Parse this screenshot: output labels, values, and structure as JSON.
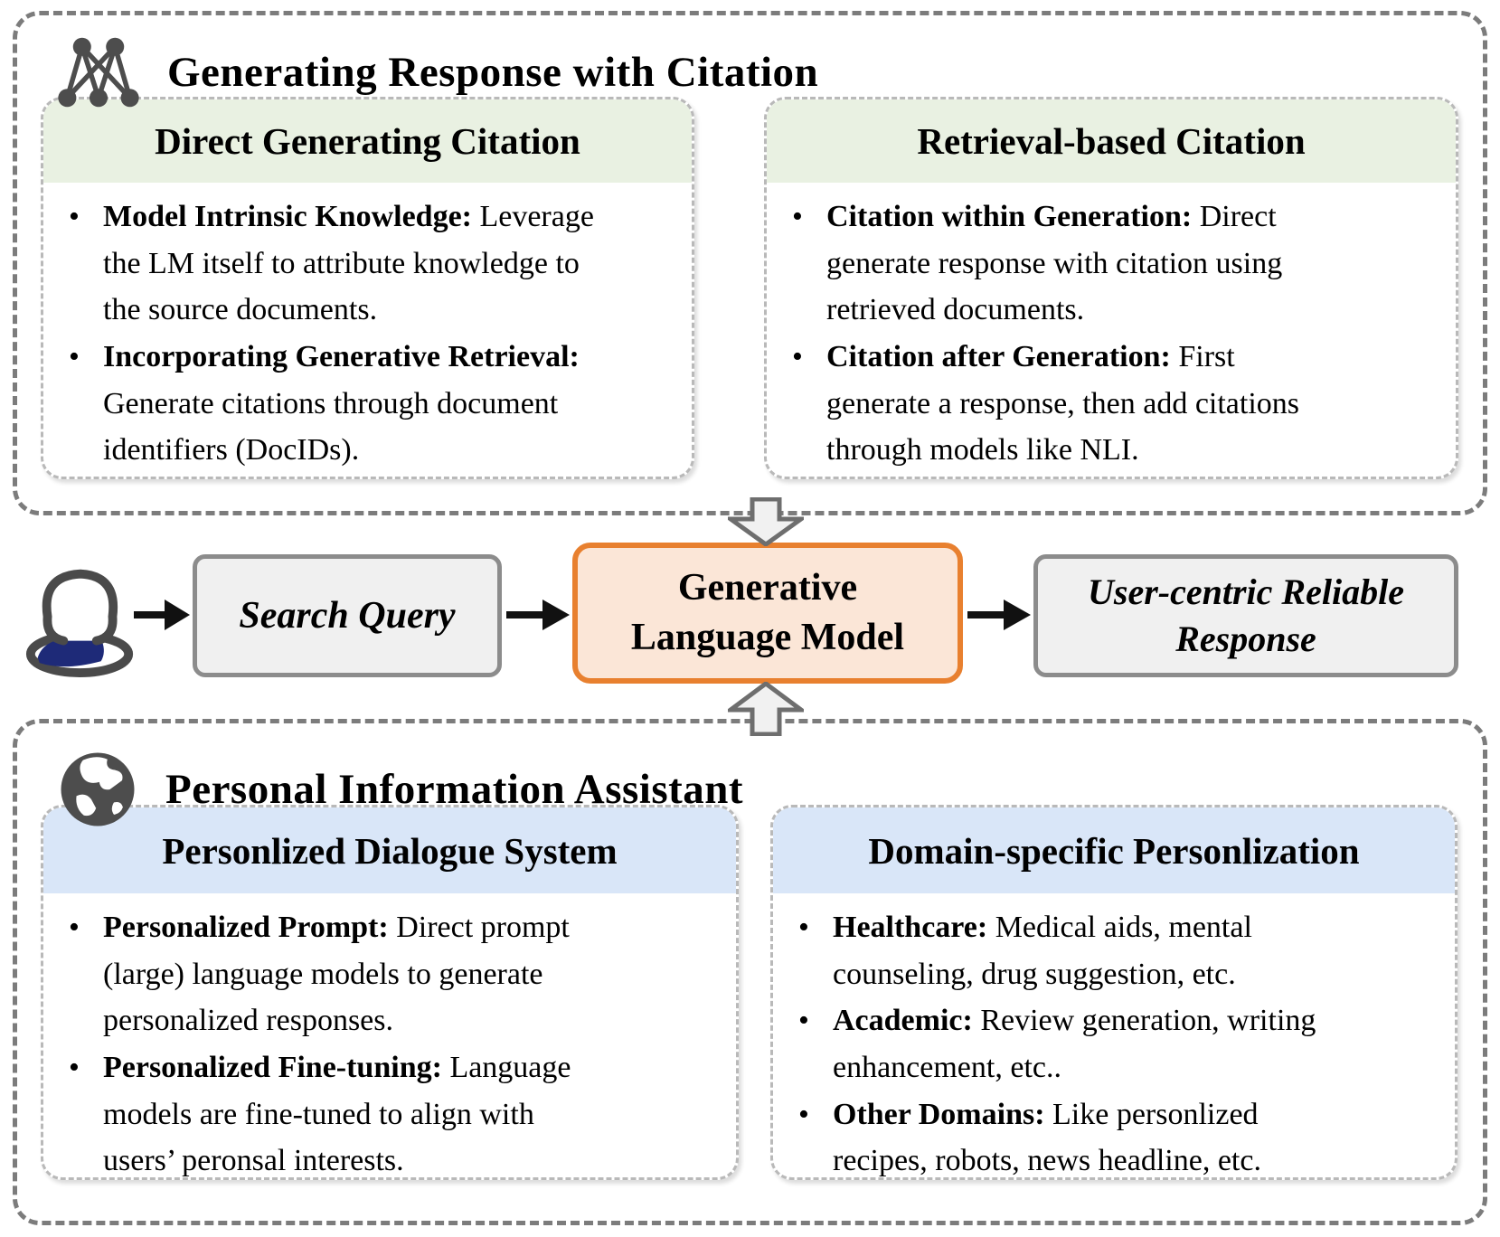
{
  "top_section": {
    "icon": "network",
    "title": "Generating Response with Citation",
    "boxes": [
      {
        "title": "Direct Generating Citation",
        "bullets": [
          {
            "lead": "Model Intrinsic Knowledge:",
            "text": "Leverage\nthe LM itself to attribute knowledge to\nthe source documents."
          },
          {
            "lead": "Incorporating Generative Retrieval:",
            "text": "\nGenerate citations through document\nidentifiers (DocIDs)."
          }
        ]
      },
      {
        "title": "Retrieval-based Citation",
        "bullets": [
          {
            "lead": "Citation within Generation:",
            "text": "Direct\ngenerate response with citation using\nretrieved documents."
          },
          {
            "lead": "Citation after Generation:",
            "text": "First\ngenerate a response, then add citations\nthrough models like NLI."
          }
        ]
      }
    ]
  },
  "flow": {
    "user_icon": "user",
    "search_label": "Search Query",
    "model_label": "Generative\nLanguage Model",
    "response_label": "User-centric Reliable\nResponse"
  },
  "bottom_section": {
    "icon": "globe",
    "title": "Personal Information Assistant",
    "boxes": [
      {
        "title": "Personlized Dialogue System",
        "bullets": [
          {
            "lead": "Personalized Prompt:",
            "text": "Direct prompt\n(large) language models to generate\npersonalized responses."
          },
          {
            "lead": "Personalized Fine-tuning:",
            "text": "Language\nmodels are fine-tuned to align with\nusers’ peronsal interests."
          }
        ]
      },
      {
        "title": "Domain-specific Personlization",
        "bullets": [
          {
            "lead": "Healthcare:",
            "text": "Medical aids, mental\ncounseling, drug suggestion, etc."
          },
          {
            "lead": "Academic:",
            "text": "Review generation, writing\nenhancement, etc.."
          },
          {
            "lead": "Other Domains:",
            "text": "Like personlized\nrecipes, robots, news headline, etc."
          }
        ]
      }
    ]
  },
  "colors": {
    "header_green": "#E9F1E2",
    "header_blue": "#D9E6F8",
    "orange_border": "#E8802F",
    "orange_fill": "#FBE6D7",
    "gray_node_fill": "#F0F0F0",
    "gray_node_border": "#8C8C8C",
    "dash_gray": "#7C7C7C",
    "icon_gray": "#4D4D4D",
    "user_navy": "#1E2A78"
  }
}
